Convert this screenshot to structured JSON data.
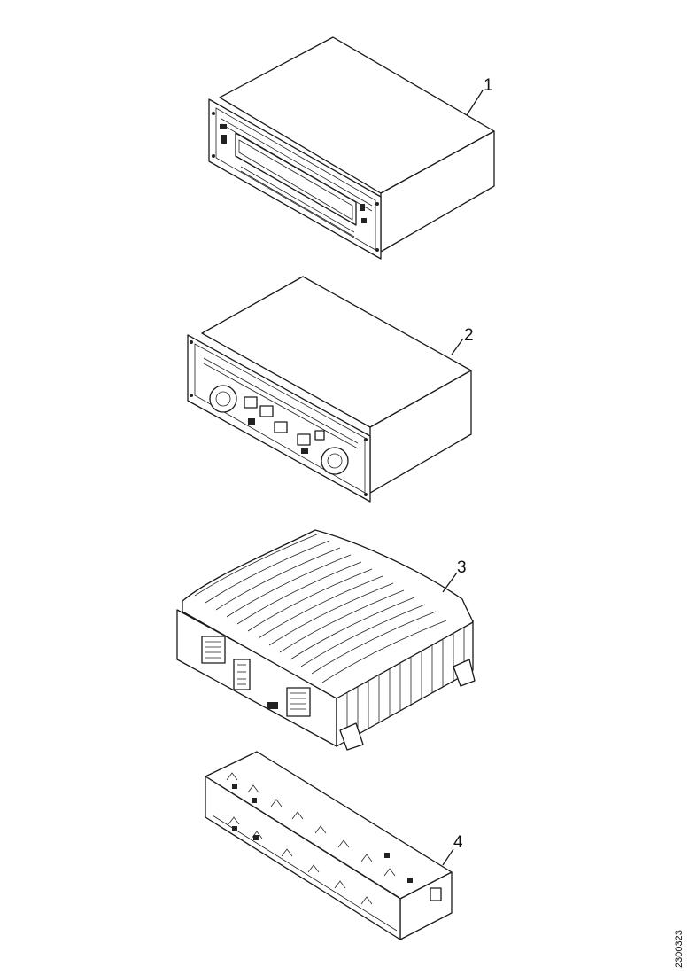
{
  "callouts": [
    {
      "id": "1"
    },
    {
      "id": "2"
    },
    {
      "id": "3"
    },
    {
      "id": "4"
    }
  ],
  "document_id": "2300323",
  "parts": [
    {
      "callout": "1",
      "icon": "head-unit-display-icon"
    },
    {
      "callout": "2",
      "icon": "climate-control-panel-icon"
    },
    {
      "callout": "3",
      "icon": "amplifier-heatsink-icon"
    },
    {
      "callout": "4",
      "icon": "mounting-bracket-frame-icon"
    }
  ]
}
